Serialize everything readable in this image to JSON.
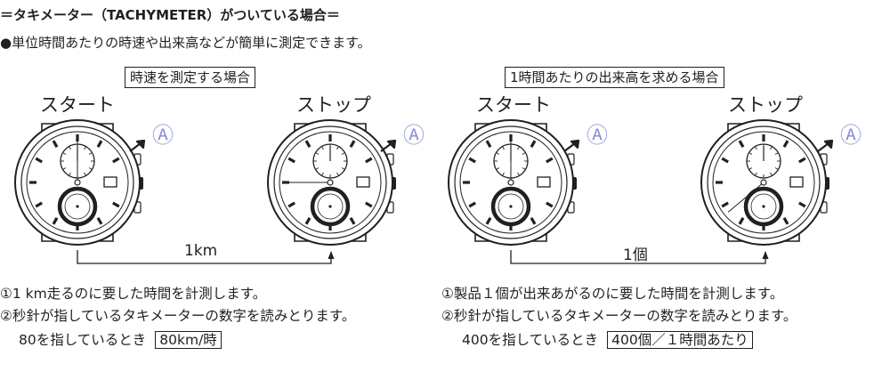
{
  "heading": "＝タキメーター（TACHYMETER）がついている場合＝",
  "lead": "●単位時間あたりの時速や出来高などが簡単に測定できます。",
  "speed": {
    "box_label": "時速を測定する場合",
    "start_label": "スタート",
    "stop_label": "ストップ",
    "distance": "1km",
    "step1": "①1 km走るのに要した時間を計測します。",
    "step2": "②秒針が指しているタキメーターの数字を読みとります。",
    "reading": "80を指しているとき",
    "result": "80km/時"
  },
  "output": {
    "box_label": "1時間あたりの出来高を求める場合",
    "start_label": "スタート",
    "stop_label": "ストップ",
    "distance": "1個",
    "step1": "①製品１個が出来あがるのに要した時間を計測します。",
    "step2": "②秒針が指しているタキメーターの数字を読みとります。",
    "reading": "400を指しているとき",
    "result": "400個／１時間あたり"
  },
  "button_marker": "Ⓐ",
  "marker_color": "#8f8fd6",
  "watch_icon": "chronograph-watch-icon",
  "arrow_icon": "push-arrow-icon"
}
